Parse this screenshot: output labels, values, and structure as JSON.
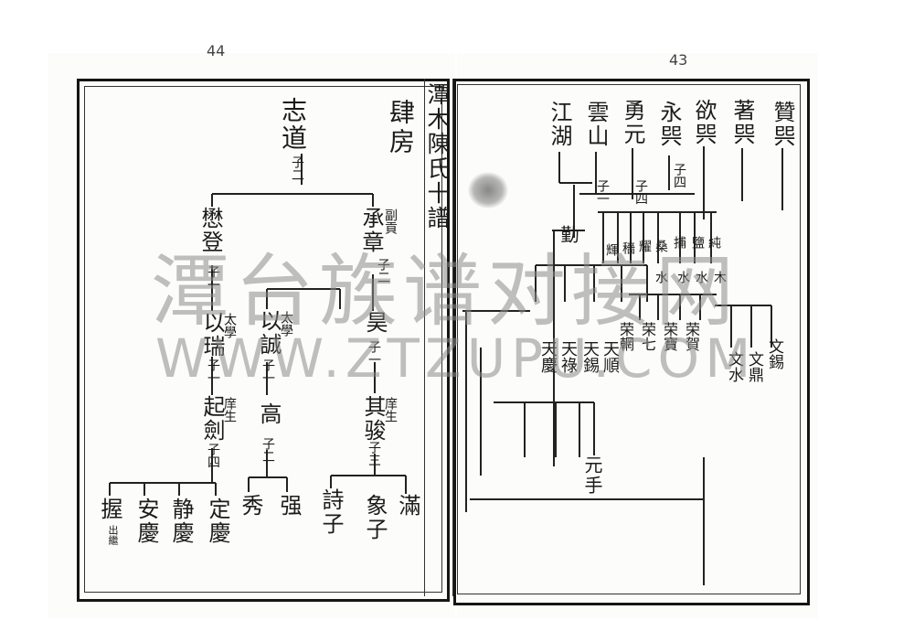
{
  "page_numbers": {
    "left": "44",
    "right": "43"
  },
  "book_title": "潭木陳氏十譜",
  "branch_title": "肆房",
  "left_page": {
    "gen1": {
      "name": "志道",
      "note": "子二"
    },
    "gen2": [
      {
        "name": "懋登",
        "note": "子一"
      },
      {
        "name": "承章",
        "note": "副貢",
        "note2": "子二"
      }
    ],
    "gen3": [
      {
        "name": "以瑞",
        "note": "太學",
        "note2": "子一"
      },
      {
        "name": "以誠",
        "note": "太學",
        "note2": "子一"
      },
      {
        "name": "昊",
        "note": "子一"
      }
    ],
    "gen4": [
      {
        "name": "起劍",
        "note": "庠生",
        "note2": "子四"
      },
      {
        "name": "高",
        "note": "子二"
      },
      {
        "name": "其骏",
        "note": "庠生",
        "note2": "子三"
      }
    ],
    "gen5": [
      "定慶",
      "静慶",
      "安慶",
      "握",
      "秀",
      "强",
      "詩子",
      "象子",
      "滿"
    ],
    "gen5_note": "出繼"
  },
  "right_page": {
    "top_names": [
      "贊巺",
      "著巺",
      "欲巺",
      "永巺",
      "勇元",
      "雲山",
      "江湖"
    ],
    "top_notes": [
      "子四",
      "子四",
      "子一"
    ],
    "mid_names": [
      "勤",
      "輝",
      "穡",
      "耀",
      "桑",
      "捕",
      "鹽",
      "純"
    ],
    "mid_labels": [
      "水",
      "水",
      "水",
      "木"
    ],
    "lower_names": [
      "荣輞",
      "荣七",
      "荣寶",
      "荣賀"
    ],
    "row_names": [
      "天慶",
      "天祿",
      "天錫",
      "天順"
    ],
    "right_names": [
      "文水",
      "文鼎",
      "文錫"
    ],
    "bottom_name": "元手"
  },
  "watermark": {
    "line1": "潭台族谱对接网",
    "line2": "WWW.ZTZUPU.COM"
  }
}
